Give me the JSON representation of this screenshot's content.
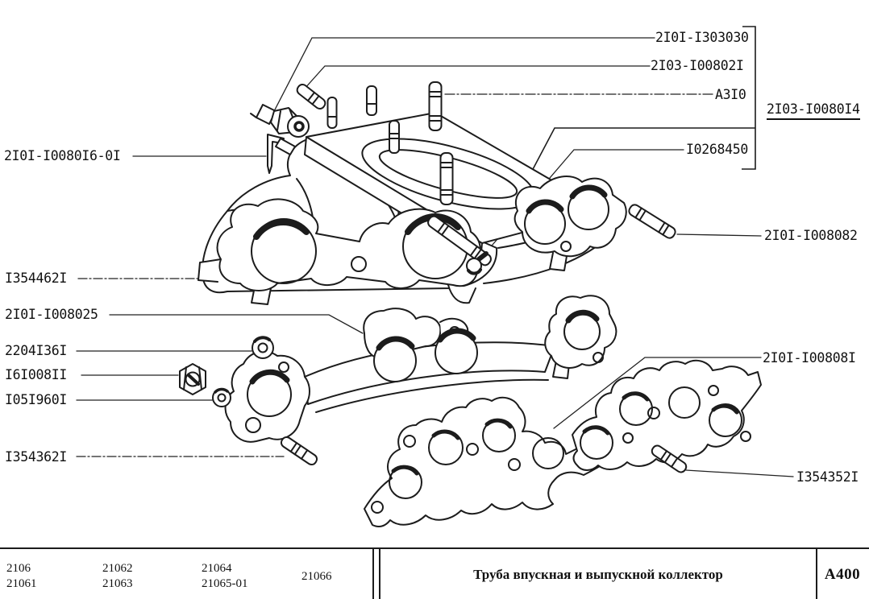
{
  "figure": {
    "callouts": [
      {
        "id": "2101-1303030",
        "text": "2I0I-I303030"
      },
      {
        "id": "2103-1008021",
        "text": "2I03-I00802I"
      },
      {
        "id": "a310",
        "text": "A3I0"
      },
      {
        "id": "2103-1008014",
        "text": "2I03-I0080I4"
      },
      {
        "id": "10268450",
        "text": "I0268450"
      },
      {
        "id": "2101-1008082",
        "text": "2I0I-I008082"
      },
      {
        "id": "2101-1008016-01",
        "text": "2I0I-I0080I6-0I"
      },
      {
        "id": "13544621",
        "text": "I354462I"
      },
      {
        "id": "2101-1008025",
        "text": "2I0I-I008025"
      },
      {
        "id": "22041361",
        "text": "2204I36I"
      },
      {
        "id": "16100811",
        "text": "I6I008II"
      },
      {
        "id": "10519601",
        "text": "I05I960I"
      },
      {
        "id": "13543621",
        "text": "I354362I"
      },
      {
        "id": "2101-1008081",
        "text": "2I0I-I00808I"
      },
      {
        "id": "13543521",
        "text": "I354352I"
      }
    ]
  },
  "footer": {
    "model_columns": [
      [
        "2106",
        "21061"
      ],
      [
        "21062",
        "21063"
      ],
      [
        "21064",
        "21065-01"
      ],
      [
        "21066"
      ]
    ],
    "title": "Труба впускная и выпускной коллектор",
    "code": "А400"
  }
}
